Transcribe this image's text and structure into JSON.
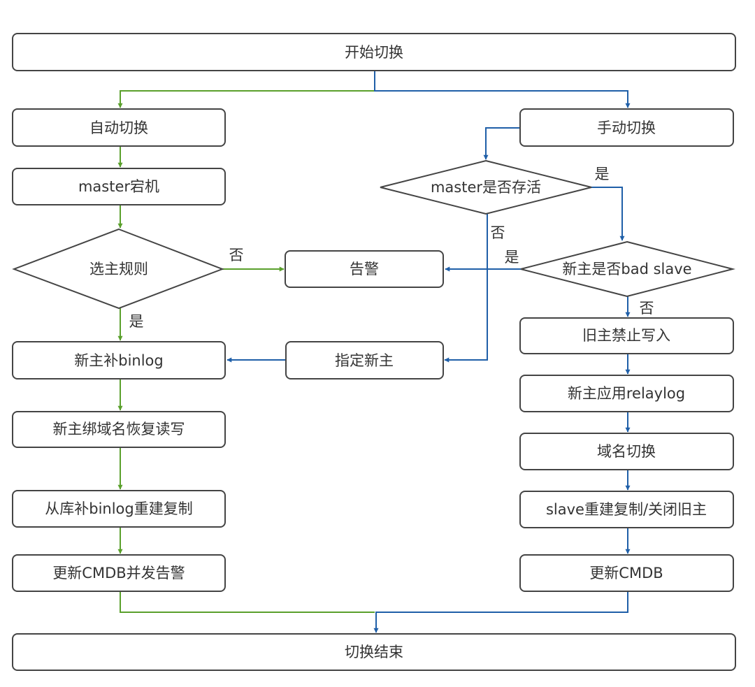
{
  "nodes": {
    "start": "开始切换",
    "auto_switch": "自动切换",
    "manual_switch": "手动切换",
    "master_down": "master宕机",
    "master_alive": "master是否存活",
    "select_rule": "选主规则",
    "alert": "告警",
    "bad_slave": "新主是否bad slave",
    "old_master_block": "旧主禁止写入",
    "new_master_binlog": "新主补binlog",
    "assign_new_master": "指定新主",
    "apply_relaylog": "新主应用relaylog",
    "bind_domain": "新主绑域名恢复读写",
    "domain_switch": "域名切换",
    "slave_binlog_rebuild": "从库补binlog重建复制",
    "slave_rebuild_close": "slave重建复制/关闭旧主",
    "update_cmdb_alert": "更新CMDB并发告警",
    "update_cmdb": "更新CMDB",
    "end": "切换结束"
  },
  "edge_labels": {
    "rule_no": "否",
    "rule_yes": "是",
    "alive_yes": "是",
    "alive_no": "否",
    "bad_yes": "是",
    "bad_no": "否"
  },
  "colors": {
    "auto_flow": "#5aa02c",
    "manual_flow": "#1f5fa8",
    "node_border": "#444444",
    "text": "#333333"
  }
}
